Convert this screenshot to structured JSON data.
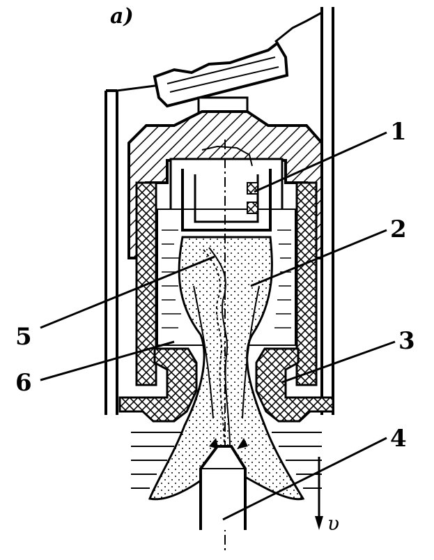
{
  "figure": {
    "panel_label": "a)",
    "velocity_label": "υ"
  },
  "callouts": [
    {
      "id": "1",
      "label": "1"
    },
    {
      "id": "2",
      "label": "2"
    },
    {
      "id": "3",
      "label": "3"
    },
    {
      "id": "4",
      "label": "4"
    },
    {
      "id": "5",
      "label": "5"
    },
    {
      "id": "6",
      "label": "6"
    }
  ]
}
